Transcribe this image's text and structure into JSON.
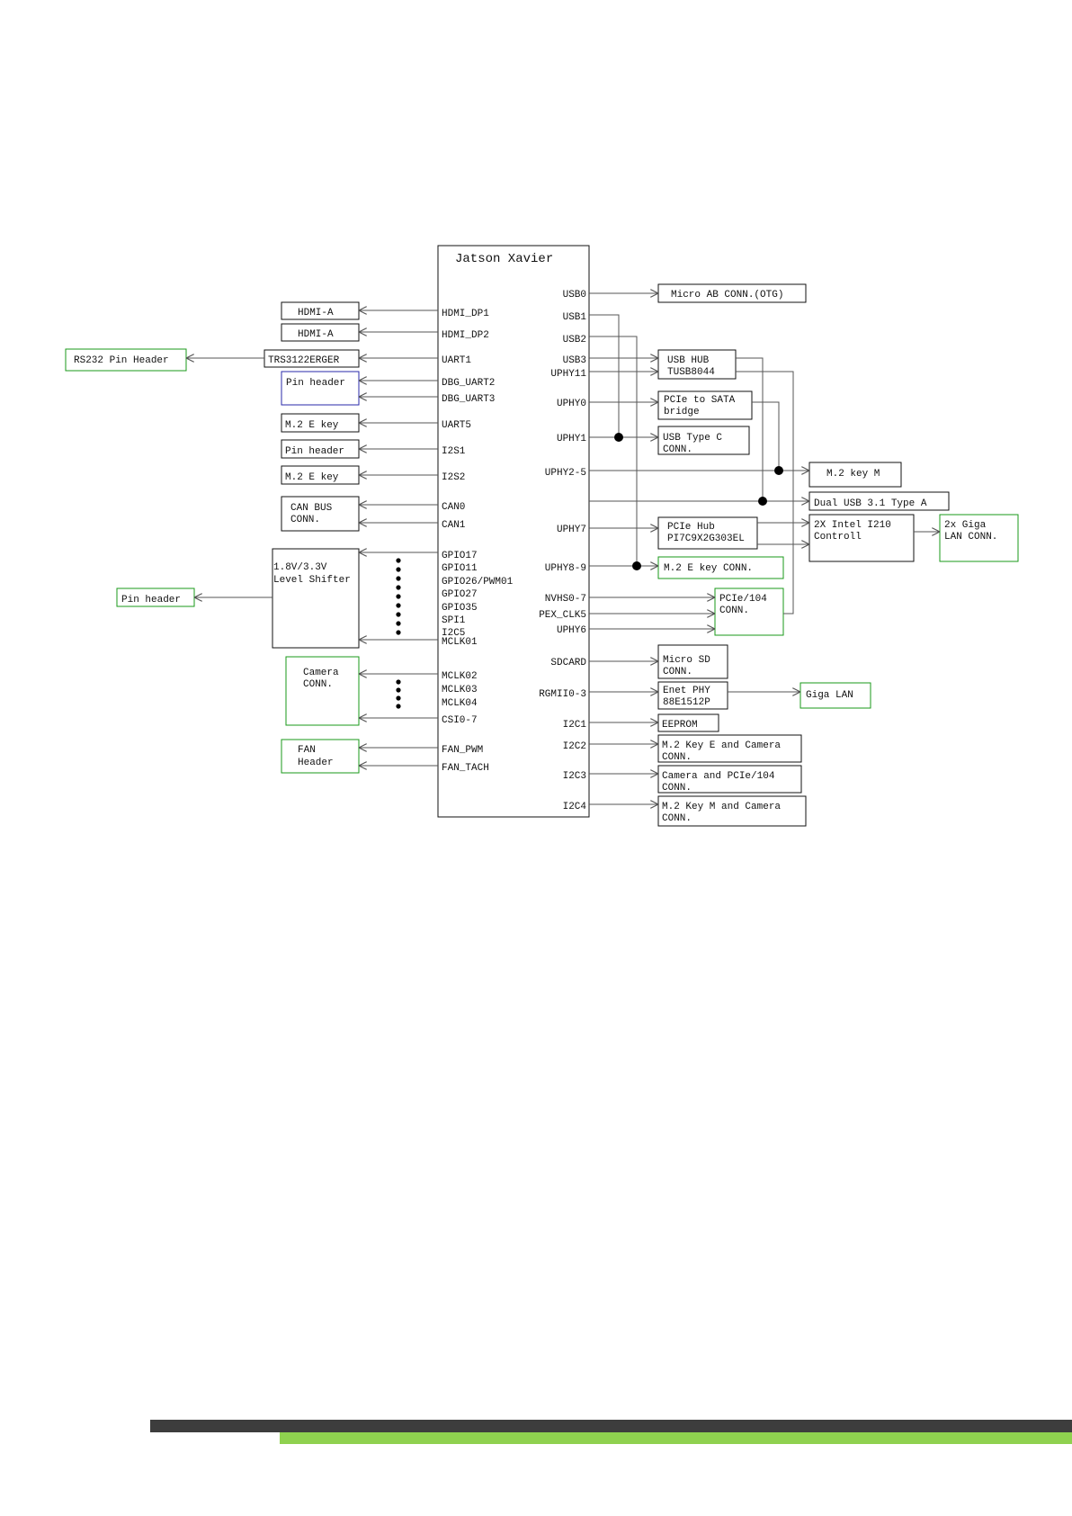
{
  "title": "Jatson Xavier",
  "colors": {
    "line": "#555555",
    "box": "#111111",
    "green": "#1a9a1a",
    "blue": "#2a2aaa",
    "footer_dark": "#3d3d3d",
    "footer_green": "#8fd14f"
  },
  "left_pins": {
    "hdmi_dp1": "HDMI_DP1",
    "hdmi_dp2": "HDMI_DP2",
    "uart1": "UART1",
    "dbg_uart2": "DBG_UART2",
    "dbg_uart3": "DBG_UART3",
    "uart5": "UART5",
    "i2s1": "I2S1",
    "i2s2": "I2S2",
    "can0": "CAN0",
    "can1": "CAN1",
    "gpio17": "GPIO17",
    "gpio11": "GPIO11",
    "gpio26": "GPIO26/PWM01",
    "gpio27": "GPIO27",
    "gpio35": "GPIO35",
    "spi1": "SPI1",
    "i2c5": "I2C5",
    "mclk01": "MCLK01",
    "mclk02": "MCLK02",
    "mclk03": "MCLK03",
    "mclk04": "MCLK04",
    "csi": "CSI0-7",
    "fan_pwm": "FAN_PWM",
    "fan_tach": "FAN_TACH"
  },
  "right_pins": {
    "usb0": "USB0",
    "usb1": "USB1",
    "usb2": "USB2",
    "usb3": "USB3",
    "uphy11": "UPHY11",
    "uphy0": "UPHY0",
    "uphy1": "UPHY1",
    "uphy2_5": "UPHY2-5",
    "uphy7": "UPHY7",
    "uphy8_9": "UPHY8-9",
    "nvhs": "NVHS0-7",
    "pex_clk5": "PEX_CLK5",
    "uphy6": "UPHY6",
    "sdcard": "SDCARD",
    "rgmii": "RGMII0-3",
    "i2c1": "I2C1",
    "i2c2": "I2C2",
    "i2c3": "I2C3",
    "i2c4": "I2C4"
  },
  "left_boxes": {
    "hdmi_a_1": "HDMI-A",
    "hdmi_a_2": "HDMI-A",
    "trs": "TRS3122ERGER",
    "rs232": "RS232 Pin Header",
    "pin_header_dbg": "Pin header",
    "m2e_1": "M.2 E key",
    "pin_header_i2s": "Pin header",
    "m2e_2": "M.2 E key",
    "can_bus_1": "CAN BUS",
    "can_bus_2": "CONN.",
    "level_1": "1.8V/3.3V",
    "level_2": "Level Shifter",
    "pin_header_gpio": "Pin header",
    "camera_1": "Camera",
    "camera_2": "CONN.",
    "fan_1": "FAN",
    "fan_2": "Header"
  },
  "right_boxes": {
    "micro_ab": "Micro AB CONN.(OTG)",
    "usb_hub_1": "USB HUB",
    "usb_hub_2": "TUSB8044",
    "pcie_sata_1": "PCIe to SATA",
    "pcie_sata_2": "bridge",
    "usb_c_1": "USB Type C",
    "usb_c_2": "CONN.",
    "m2_key_m": "M.2 key M",
    "dual_usb": "Dual USB 3.1 Type A",
    "pcie_hub_1": "PCIe Hub",
    "pcie_hub_2": "PI7C9X2G303EL",
    "intel_1": "2X Intel I210",
    "intel_2": "Controll",
    "giga_lan_conn_1": "2x Giga",
    "giga_lan_conn_2": "LAN CONN.",
    "m2_e_conn": "M.2 E key CONN.",
    "pcie104_1": "PCIe/104",
    "pcie104_2": "CONN.",
    "micro_sd_1": "Micro SD",
    "micro_sd_2": "CONN.",
    "enet_1": "Enet PHY",
    "enet_2": "88E1512P",
    "giga_lan": "Giga LAN",
    "eeprom": "EEPROM",
    "m2e_cam_1": "M.2 Key E and Camera",
    "m2e_cam_2": "CONN.",
    "cam_pcie_1": "Camera and PCIe/104",
    "cam_pcie_2": "CONN.",
    "m2m_cam_1": "M.2 Key M and Camera",
    "m2m_cam_2": "CONN."
  }
}
